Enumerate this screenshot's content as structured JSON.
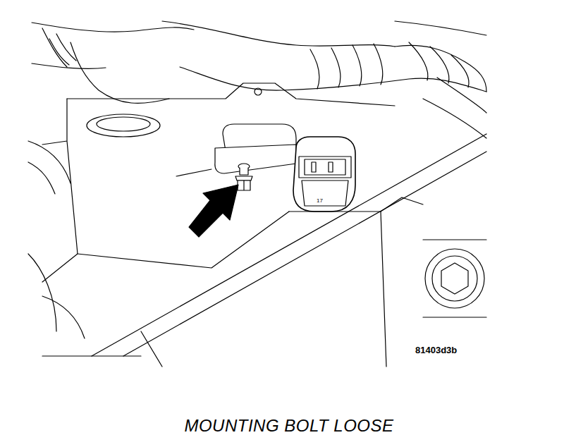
{
  "diagram": {
    "caption": "MOUNTING BOLT LOOSE",
    "labels": [
      "17",
      "81403d3b"
    ]
  }
}
